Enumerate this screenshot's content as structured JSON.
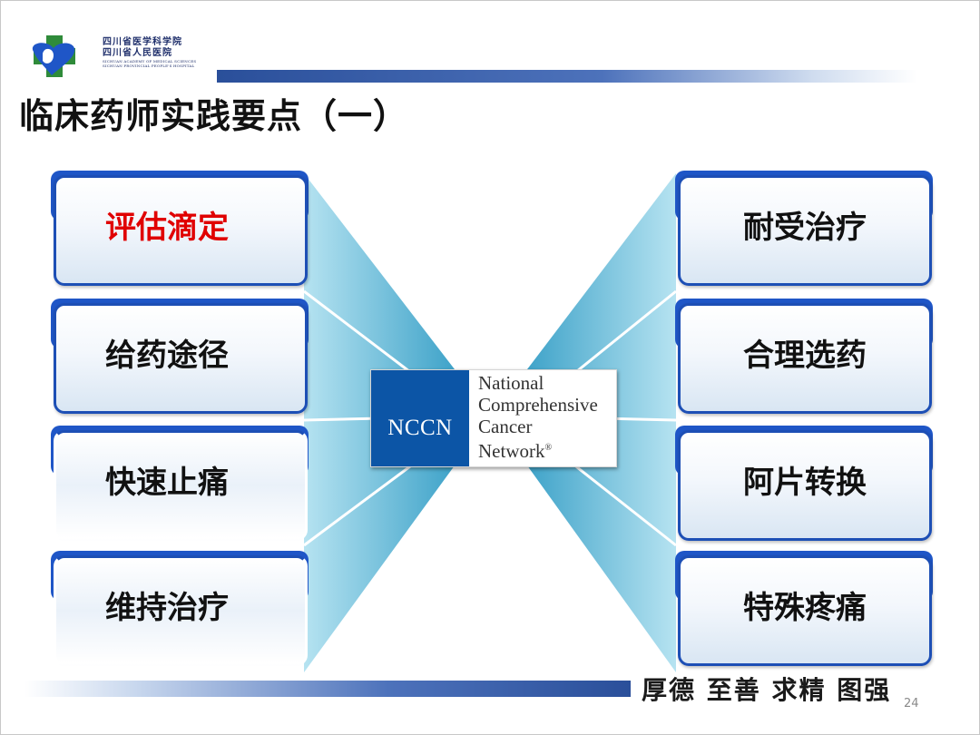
{
  "header": {
    "org_cn_line1": "四川省医学科学院",
    "org_cn_line2": "四川省人民医院",
    "org_en_line1": "SICHUAN ACADEMY OF MEDICAL SCIENCES",
    "org_en_line2": "SICHUAN PROVINCIAL PEOPLE'S HOSPITAL"
  },
  "title": "临床药师实践要点（一）",
  "left_items": [
    "评估滴定",
    "给药途径",
    "快速止痛",
    "维持治疗"
  ],
  "right_items": [
    "耐受治疗",
    "合理选药",
    "阿片转换",
    "特殊疼痛"
  ],
  "center_logo": {
    "abbr": "NCCN",
    "line1": "National",
    "line2": "Comprehensive",
    "line3": "Cancer",
    "line4": "Network",
    "reg": "®"
  },
  "footer": {
    "motto": "厚德 至善 求精 图强",
    "page_number": "24"
  },
  "colors": {
    "box_border": "#1d4fb5",
    "highlight_text": "#e00000",
    "fan": "#5fb8d6",
    "nccn_blue": "#0c55a6"
  },
  "icons": {
    "logo": "hospital-cross-heart-icon"
  }
}
